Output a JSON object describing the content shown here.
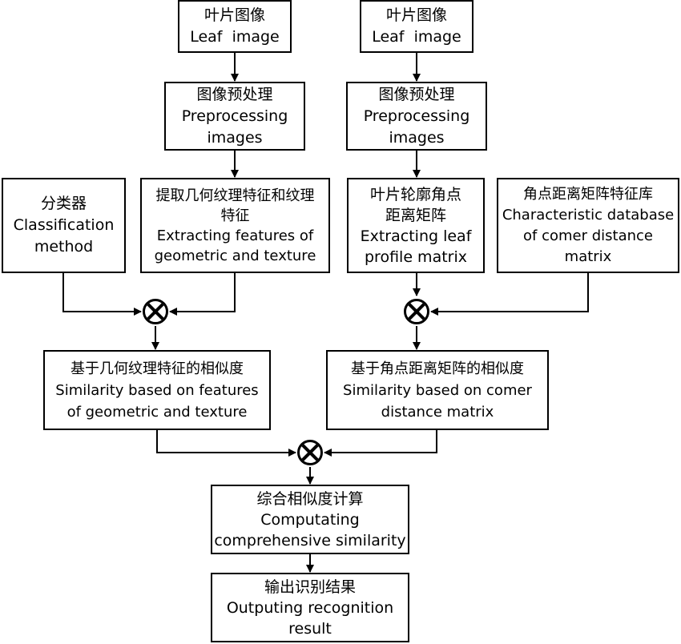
{
  "colors": {
    "stroke": "#000000",
    "background": "#ffffff"
  },
  "boxes": {
    "leaf_image_1": {
      "zh": "叶片图像",
      "en": "Leaf  image"
    },
    "leaf_image_2": {
      "zh": "叶片图像",
      "en": "Leaf  image"
    },
    "preprocess_1": {
      "zh": "图像预处理",
      "en1": "Preprocessing",
      "en2": "images"
    },
    "preprocess_2": {
      "zh": "图像预处理",
      "en1": "Preprocessing",
      "en2": "images"
    },
    "classifier": {
      "zh": "分类器",
      "en1": "Classification",
      "en2": "method"
    },
    "extract_geo": {
      "zh1": "提取几何纹理特征和纹理",
      "zh2": "特征",
      "en1": "Extracting features of",
      "en2": "geometric and texture"
    },
    "extract_leaf": {
      "zh1": "叶片轮廓角点",
      "zh2": "距离矩阵",
      "en1": "Extracting leaf",
      "en2": "profile matrix"
    },
    "corner_db": {
      "zh": "角点距离矩阵特征库",
      "en1": "Characteristic database",
      "en2": "of comer distance",
      "en3": "matrix"
    },
    "sim_geo": {
      "zh": "基于几何纹理特征的相似度",
      "en1": "Similarity based on features",
      "en2": "of geometric and texture"
    },
    "sim_corner": {
      "zh": "基于角点距离矩阵的相似度",
      "en1": "Similarity based on comer",
      "en2": "distance matrix"
    },
    "comprehensive": {
      "zh": "综合相似度计算",
      "en1": "Computating",
      "en2": "comprehensive similarity"
    },
    "output": {
      "zh": "输出识别结果",
      "en1": "Outputing recognition",
      "en2": "result"
    }
  },
  "operators": [
    {
      "id": "combine-left",
      "symbol": "⊗"
    },
    {
      "id": "combine-right",
      "symbol": "⊗"
    },
    {
      "id": "combine-final",
      "symbol": "⊗"
    }
  ]
}
